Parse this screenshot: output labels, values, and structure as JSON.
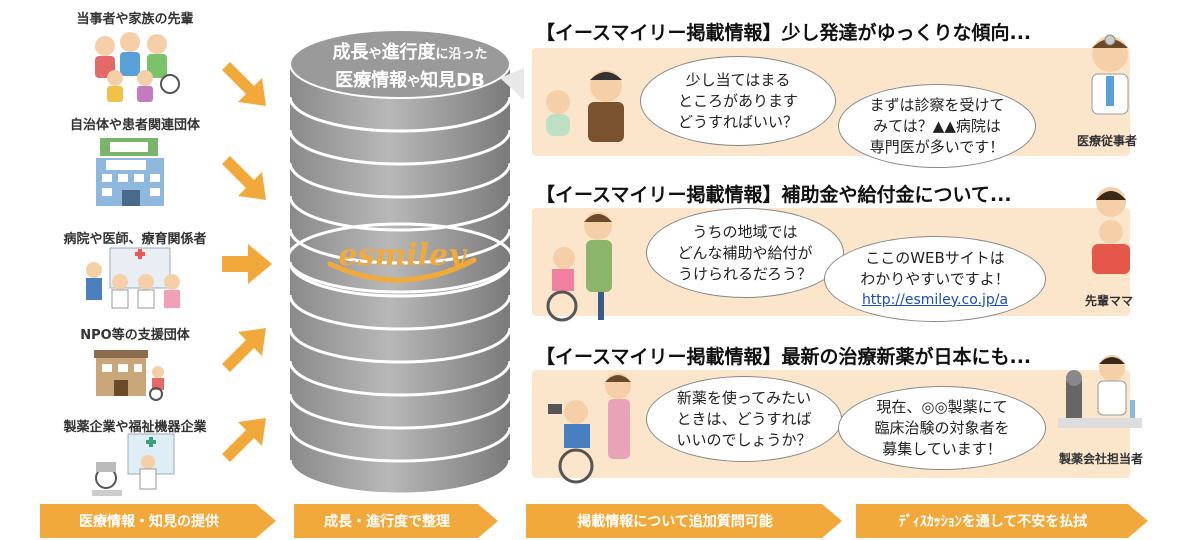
{
  "sources": [
    {
      "label": "当事者や家族の先輩",
      "icon": "family-group-icon"
    },
    {
      "label": "自治体や患者関連団体",
      "icon": "city-hall-icon"
    },
    {
      "label": "病院や医師、療育関係者",
      "icon": "hospital-doctors-icon"
    },
    {
      "label": "NPO等の支援団体",
      "icon": "npo-facility-icon"
    },
    {
      "label": "製薬企業や福祉機器企業",
      "icon": "pharma-company-icon"
    }
  ],
  "database": {
    "title_line1_a": "成長",
    "title_line1_b": "や",
    "title_line1_c": "進行度",
    "title_line1_d": "に沿った",
    "title_line2_a": "医療情報",
    "title_line2_b": "や",
    "title_line2_c": "知見DB",
    "logo_text": "esmiley"
  },
  "panels": [
    {
      "title": "【イースマイリー掲載情報】少し発達がゆっくりな傾向...",
      "question": [
        "少し当てはまる",
        "ところがあります",
        "どうすればいい？"
      ],
      "answer": [
        "まずは診察を受けて",
        "みては？▲▲病院は",
        "専門医が多いです！"
      ],
      "role": "医療従事者"
    },
    {
      "title": "【イースマイリー掲載情報】補助金や給付金について...",
      "question": [
        "うちの地域では",
        "どんな補助や給付が",
        "うけられるだろう？"
      ],
      "answer": [
        "ここのWEBサイトは",
        "わかりやすいですよ！"
      ],
      "answer_link": "http://esmiley.co.jp/a",
      "role": "先輩ママ"
    },
    {
      "title": "【イースマイリー掲載情報】最新の治療新薬が日本にも...",
      "question": [
        "新薬を使ってみたい",
        "ときは、どうすれば",
        "いいのでしょうか？"
      ],
      "answer": [
        "現在、◎◎製薬にて",
        "臨床治験の対象者を",
        "募集しています！"
      ],
      "role": "製薬会社担当者"
    }
  ],
  "steps": [
    "医療情報・知見の提供",
    "成長・進行度で整理",
    "掲載情報について追加質問可能",
    "ﾃﾞｨｽｶｯｼｮﾝを通して不安を払拭"
  ],
  "colors": {
    "accent_orange": "#f2a93b",
    "panel_bg": "#fbe6cc",
    "db_gray": "#9a9a9a",
    "link_blue": "#1a4fb5"
  }
}
